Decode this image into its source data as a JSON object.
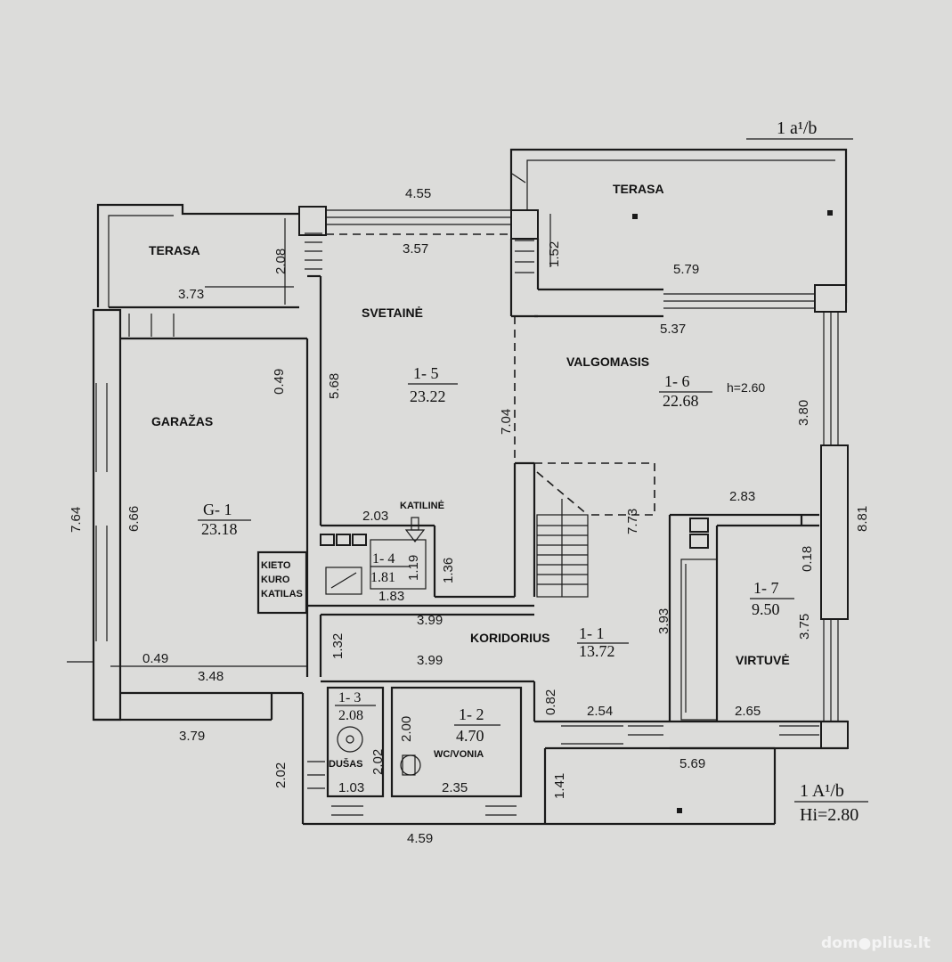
{
  "sheet": {
    "top_ref": "1 a¹/b",
    "bottom_ref": "1 A¹/b",
    "height_ref": "Hi=2.80",
    "watermark": "dom●plius.lt"
  },
  "rooms": [
    {
      "name": "TERASA",
      "code": "",
      "area": ""
    },
    {
      "name": "TERASA",
      "code": "",
      "area": ""
    },
    {
      "name": "SVETAINĖ",
      "code": "1- 5",
      "area": "23.22"
    },
    {
      "name": "VALGOMASIS",
      "code": "1- 6",
      "area": "22.68",
      "note": "h=2.60"
    },
    {
      "name": "GARAŽAS",
      "code": "G- 1",
      "area": "23.18"
    },
    {
      "name": "KATILINĖ",
      "code": "1- 4",
      "area": "1.81"
    },
    {
      "name": "KORIDORIUS",
      "code": "1- 1",
      "area": "13.72"
    },
    {
      "name": "VIRTUVĖ",
      "code": "1- 7",
      "area": "9.50"
    },
    {
      "name": "DUŠAS",
      "code": "1- 3",
      "area": "2.08"
    },
    {
      "name": "WC/VONIA",
      "code": "1- 2",
      "area": "4.70"
    }
  ],
  "boiler_label": [
    "KIETO",
    "KURO",
    "KATILAS"
  ],
  "dimensions": {
    "d_4_55": "4.55",
    "d_3_57": "3.57",
    "d_2_08": "2.08",
    "d_1_52": "1.52",
    "d_3_73": "3.73",
    "d_5_79": "5.79",
    "d_5_37": "5.37",
    "d_0_49a": "0.49",
    "d_5_68": "5.68",
    "d_7_04": "7.04",
    "d_3_80": "3.80",
    "d_7_64": "7.64",
    "d_6_66": "6.66",
    "d_2_03": "2.03",
    "d_2_83": "2.83",
    "d_7_73": "7.73",
    "d_8_81": "8.81",
    "d_0_18": "0.18",
    "d_1_19": "1.19",
    "d_1_36": "1.36",
    "d_1_83": "1.83",
    "d_3_99a": "3.99",
    "d_3_93": "3.93",
    "d_3_75": "3.75",
    "d_1_32": "1.32",
    "d_0_49b": "0.49",
    "d_3_48": "3.48",
    "d_3_99b": "3.99",
    "d_0_82": "0.82",
    "d_2_54": "2.54",
    "d_2_65": "2.65",
    "d_3_79": "3.79",
    "d_2_00": "2.00",
    "d_5_69": "5.69",
    "d_2_02a": "2.02",
    "d_2_02b": "2.02",
    "d_1_41": "1.41",
    "d_1_03": "1.03",
    "d_2_35": "2.35",
    "d_4_59": "4.59"
  },
  "colors": {
    "paper": "#dcdcda",
    "ink": "#1a1a1a",
    "watermark": "#f4f4f4"
  }
}
